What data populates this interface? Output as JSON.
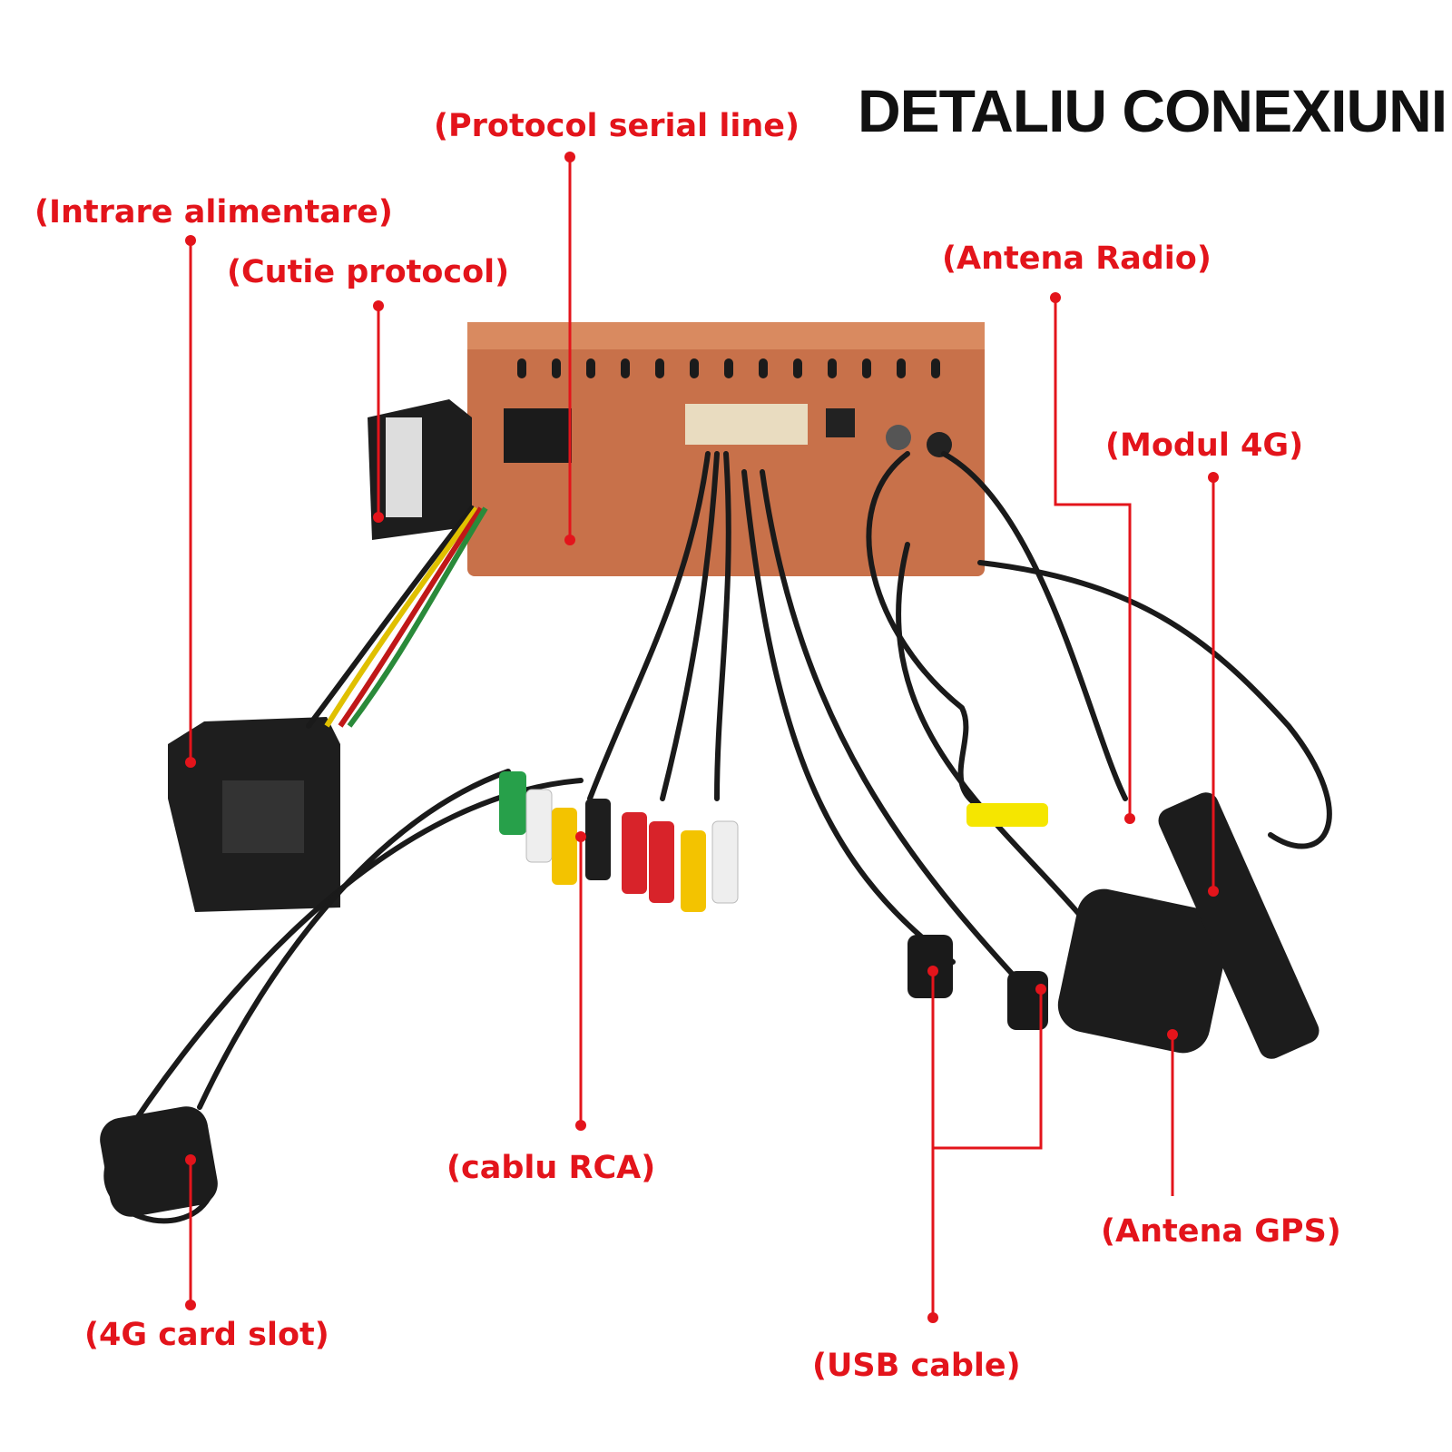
{
  "title": "DETALIU CONEXIUNI",
  "labels": {
    "protocol_serial_line": "(Protocol serial line)",
    "intrare_alimentare": "(Intrare alimentare)",
    "cutie_protocol": "(Cutie protocol)",
    "antena_radio": "(Antena Radio)",
    "modul_4g": "(Modul 4G)",
    "cablu_rca": "(cablu RCA)",
    "card_slot_4g": "(4G card slot)",
    "usb_cable": "(USB cable)",
    "antena_gps": "(Antena GPS)"
  },
  "colors": {
    "label": "#e3141b",
    "unit": "#c8714a"
  }
}
